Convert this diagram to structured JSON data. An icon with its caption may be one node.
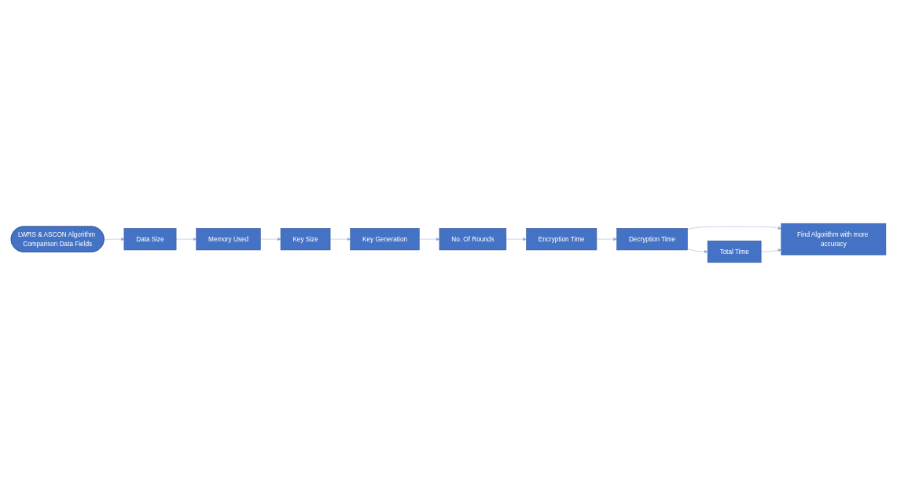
{
  "diagram": {
    "nodes": [
      {
        "text": [
          "LWRS & ASCON Algorithm Comparison Data Fields"
        ]
      },
      {
        "text": [
          "Data Size"
        ]
      },
      {
        "text": [
          "Memory Used"
        ]
      },
      {
        "text": [
          "Key Size"
        ]
      },
      {
        "text": [
          "Key Generation"
        ]
      },
      {
        "text": [
          "No. Of Rounds"
        ]
      },
      {
        "text": [
          "Encryption Time"
        ]
      },
      {
        "text": [
          "Decryption Time"
        ]
      },
      {
        "text": [
          "Total Time"
        ]
      },
      {
        "text": [
          "Find Algorithm with more accuracy"
        ]
      }
    ],
    "edges": [
      {
        "from": 0,
        "to": 1,
        "arrow": "to"
      },
      {
        "from": 1,
        "to": 2,
        "arrow": "to"
      },
      {
        "from": 2,
        "to": 3,
        "arrow": "to"
      },
      {
        "from": 3,
        "to": 4,
        "arrow": "to"
      },
      {
        "from": 4,
        "to": 5,
        "arrow": "to"
      },
      {
        "from": 5,
        "to": 6,
        "arrow": "to"
      },
      {
        "from": 6,
        "to": 7,
        "arrow": "to"
      },
      {
        "from": 7,
        "to": 8,
        "arrow": "to"
      },
      {
        "from": 7,
        "to": 9,
        "arrow": "to"
      },
      {
        "from": 8,
        "to": 9,
        "arrow": "to"
      }
    ]
  }
}
